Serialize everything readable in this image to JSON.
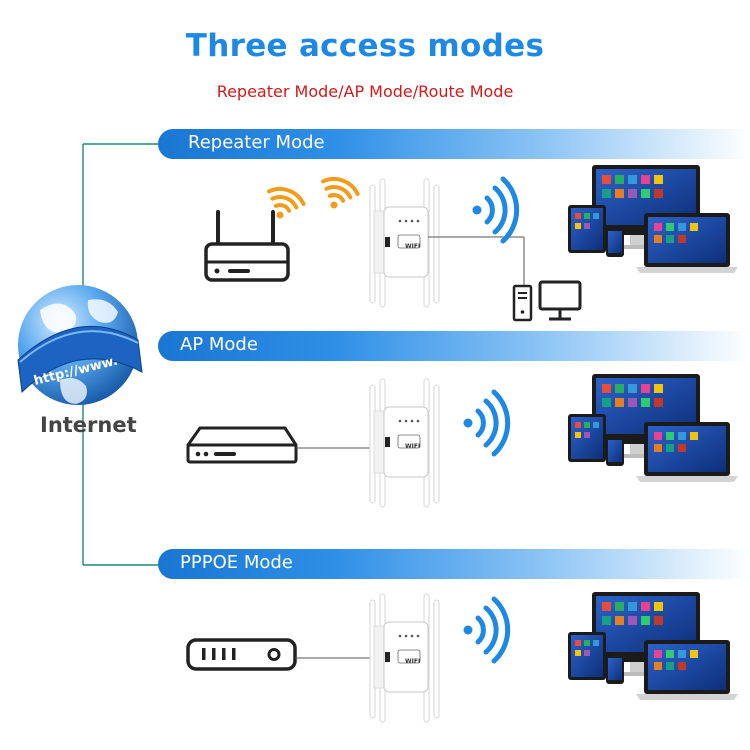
{
  "header": {
    "title": "Three access modes",
    "subtitle": "Repeater Mode/AP Mode/Route Mode"
  },
  "modes": [
    {
      "label": "Repeater Mode"
    },
    {
      "label": "AP Mode"
    },
    {
      "label": "PPPOE Mode"
    }
  ],
  "globe": {
    "url_text": "http://www.",
    "label": "Internet"
  },
  "device": {
    "badge_text": "WIFI"
  },
  "colors": {
    "accent": "#1e88e5",
    "subtitle": "#d21a1a",
    "orange_signal": "#f39c1b",
    "blue_signal": "#1e88e5",
    "connector": "#1b8a7a"
  }
}
